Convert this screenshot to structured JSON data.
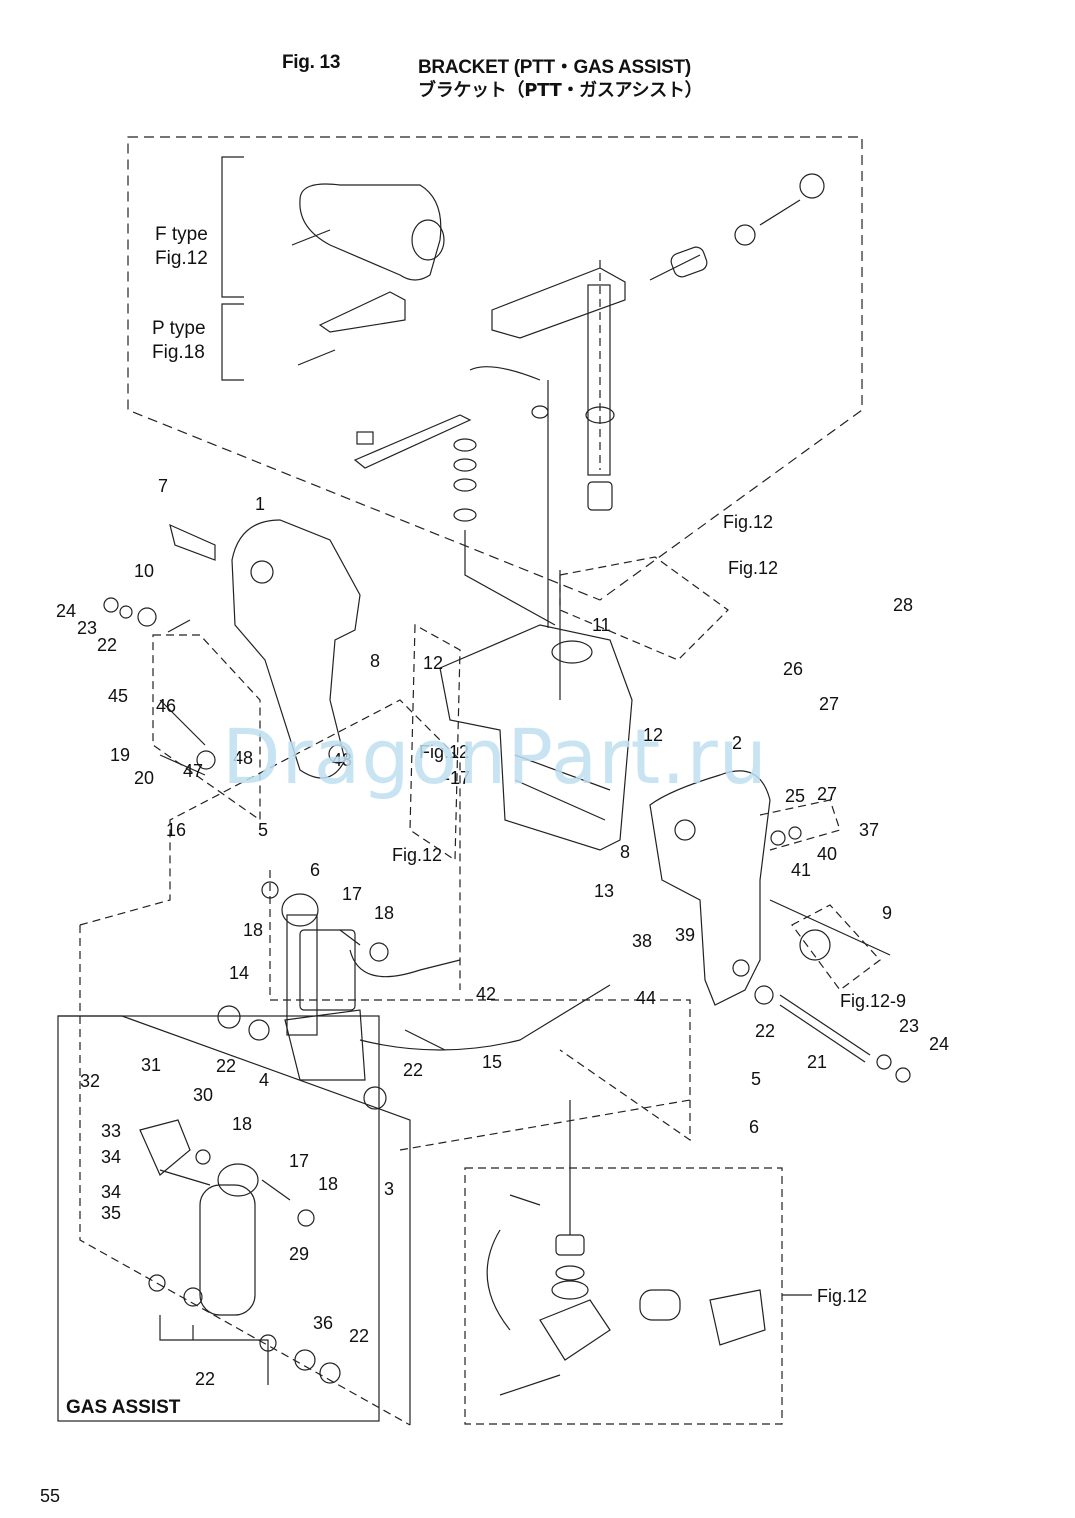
{
  "header": {
    "fig_label": "Fig. 13",
    "title_en": "BRACKET (PTT・GAS ASSIST)",
    "title_jp": "ブラケット（PTT・ガスアシスト）"
  },
  "page_number": "55",
  "watermark": "DragonPart.ru",
  "type_labels": [
    {
      "line1": "F type",
      "line2": "Fig.12"
    },
    {
      "line1": "P type",
      "line2": "Fig.18"
    }
  ],
  "gas_assist_label": "GAS ASSIST",
  "fig_refs": [
    "Fig.12",
    "Fig.12",
    "Fig.12",
    "-17",
    "Fig.12",
    "Fig.12-9",
    "Fig.12"
  ],
  "callouts": [
    "7",
    "1",
    "10",
    "24",
    "23",
    "22",
    "45",
    "46",
    "47",
    "48",
    "19",
    "20",
    "16",
    "5",
    "6",
    "43",
    "8",
    "12",
    "12",
    "11",
    "12",
    "2",
    "26",
    "28",
    "27",
    "25",
    "27",
    "37",
    "40",
    "41",
    "8",
    "9",
    "18",
    "17",
    "18",
    "14",
    "13",
    "38",
    "39",
    "42",
    "44",
    "22",
    "4",
    "15",
    "22",
    "3",
    "21",
    "23",
    "24",
    "22",
    "5",
    "6",
    "32",
    "31",
    "30",
    "33",
    "34",
    "34",
    "35",
    "18",
    "17",
    "18",
    "29",
    "36",
    "22",
    "22"
  ],
  "colors": {
    "ink": "#111111",
    "watermark": "#bfe0f2",
    "background": "#ffffff"
  }
}
